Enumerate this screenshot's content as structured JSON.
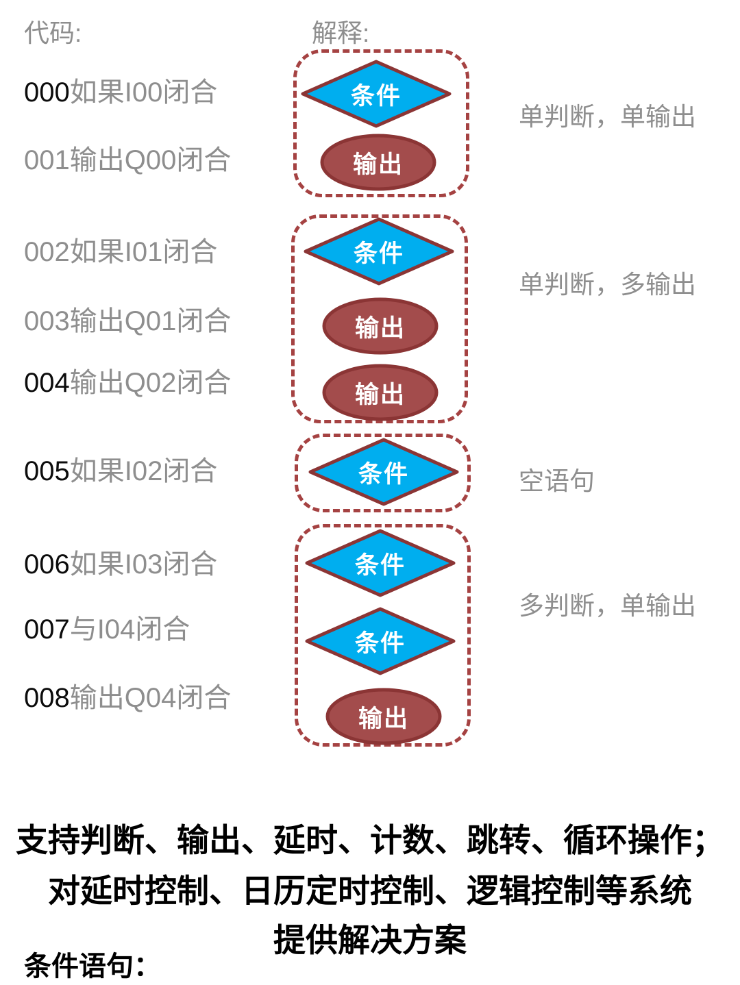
{
  "header": {
    "code_label": "代码:",
    "explain_label": "解释:"
  },
  "code_lines": [
    {
      "num": "000",
      "text": "如果I00闭合",
      "num_emphasis": true
    },
    {
      "num": "001",
      "text": "输出Q00闭合",
      "num_emphasis": false
    },
    {
      "num": "002",
      "text": "如果I01闭合",
      "num_emphasis": false
    },
    {
      "num": "003",
      "text": "输出Q01闭合",
      "num_emphasis": false
    },
    {
      "num": "004",
      "text": "输出Q02闭合",
      "num_emphasis": true
    },
    {
      "num": "005",
      "text": "如果I02闭合",
      "num_emphasis": true
    },
    {
      "num": "006",
      "text": "如果I03闭合",
      "num_emphasis": true
    },
    {
      "num": "007",
      "text": "与I04闭合",
      "num_emphasis": true
    },
    {
      "num": "008",
      "text": "输出Q04闭合",
      "num_emphasis": true
    }
  ],
  "shape_labels": {
    "condition": "条件",
    "output": "输出"
  },
  "blocks": [
    {
      "shapes": [
        "condition",
        "output"
      ],
      "label": "单判断，单输出"
    },
    {
      "shapes": [
        "condition",
        "output",
        "output"
      ],
      "label": "单判断，多输出"
    },
    {
      "shapes": [
        "condition"
      ],
      "label": "空语句"
    },
    {
      "shapes": [
        "condition",
        "condition",
        "output"
      ],
      "label": "多判断，单输出"
    }
  ],
  "footer": {
    "lines": [
      "支持判断、输出、延时、计数、跳转、循环操作；",
      "对延时控制、日历定时控制、逻辑控制等系统",
      "提供解决方案"
    ],
    "section_label": "条件语句："
  },
  "colors": {
    "condition_fill": "#00aeef",
    "output_fill": "#a34c4c",
    "shape_stroke": "#8b3535",
    "frame_border": "#a54242",
    "text_gray": "#8e8e8e",
    "text_black": "#0c0c0c"
  }
}
